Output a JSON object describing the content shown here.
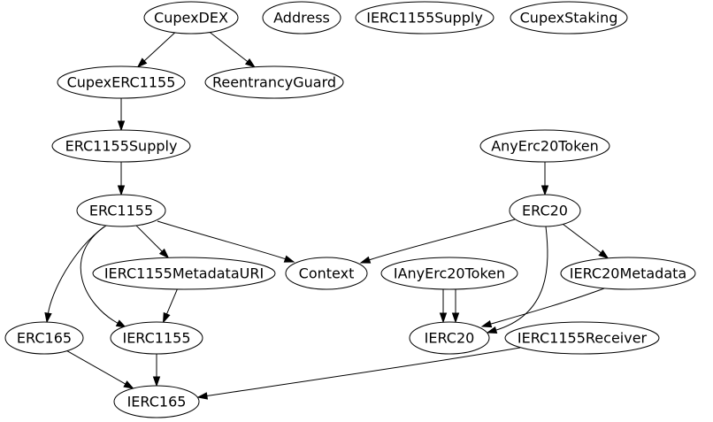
{
  "nodes": [
    {
      "id": "CupexDEX",
      "label": "CupexDEX"
    },
    {
      "id": "Address",
      "label": "Address"
    },
    {
      "id": "IERC1155Supply",
      "label": "IERC1155Supply"
    },
    {
      "id": "CupexStaking",
      "label": "CupexStaking"
    },
    {
      "id": "CupexERC1155",
      "label": "CupexERC1155"
    },
    {
      "id": "ReentrancyGuard",
      "label": "ReentrancyGuard"
    },
    {
      "id": "ERC1155Supply",
      "label": "ERC1155Supply"
    },
    {
      "id": "AnyErc20Token",
      "label": "AnyErc20Token"
    },
    {
      "id": "ERC1155",
      "label": "ERC1155"
    },
    {
      "id": "ERC20",
      "label": "ERC20"
    },
    {
      "id": "IERC1155MetadataURI",
      "label": "IERC1155MetadataURI"
    },
    {
      "id": "Context",
      "label": "Context"
    },
    {
      "id": "IAnyErc20Token",
      "label": "IAnyErc20Token"
    },
    {
      "id": "IERC20Metadata",
      "label": "IERC20Metadata"
    },
    {
      "id": "ERC165",
      "label": "ERC165"
    },
    {
      "id": "IERC1155",
      "label": "IERC1155"
    },
    {
      "id": "IERC20",
      "label": "IERC20"
    },
    {
      "id": "IERC1155Receiver",
      "label": "IERC1155Receiver"
    },
    {
      "id": "IERC165",
      "label": "IERC165"
    }
  ],
  "edges": [
    {
      "from": "CupexDEX",
      "to": "CupexERC1155"
    },
    {
      "from": "CupexDEX",
      "to": "ReentrancyGuard"
    },
    {
      "from": "CupexERC1155",
      "to": "ERC1155Supply"
    },
    {
      "from": "ERC1155Supply",
      "to": "ERC1155"
    },
    {
      "from": "AnyErc20Token",
      "to": "ERC20"
    },
    {
      "from": "ERC1155",
      "to": "IERC1155MetadataURI"
    },
    {
      "from": "ERC1155",
      "to": "Context"
    },
    {
      "from": "ERC1155",
      "to": "ERC165"
    },
    {
      "from": "ERC1155",
      "to": "IERC1155"
    },
    {
      "from": "ERC20",
      "to": "Context"
    },
    {
      "from": "ERC20",
      "to": "IERC20Metadata"
    },
    {
      "from": "ERC20",
      "to": "IERC20"
    },
    {
      "from": "IERC1155MetadataURI",
      "to": "IERC1155"
    },
    {
      "from": "IAnyErc20Token",
      "to": "IERC20"
    },
    {
      "from": "IAnyErc20Token",
      "to": "IERC20"
    },
    {
      "from": "IERC20Metadata",
      "to": "IERC20"
    },
    {
      "from": "ERC165",
      "to": "IERC165"
    },
    {
      "from": "IERC1155",
      "to": "IERC165"
    },
    {
      "from": "IERC1155Receiver",
      "to": "IERC165"
    }
  ]
}
